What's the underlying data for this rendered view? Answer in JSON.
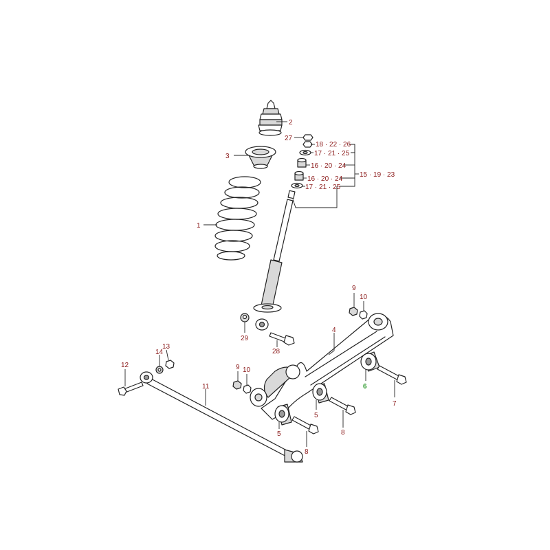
{
  "callouts": {
    "c1": "1",
    "c2": "2",
    "c3": "3",
    "c4": "4",
    "c5a": "5",
    "c5b": "5",
    "c6": "6",
    "c7": "7",
    "c8a": "8",
    "c8b": "8",
    "c9a": "9",
    "c9b": "9",
    "c10a": "10",
    "c10b": "10",
    "c11": "11",
    "c12": "12",
    "c13": "13",
    "c14": "14",
    "c27": "27",
    "c28": "28",
    "c29": "29",
    "set_18_22_26": "18 · 22 · 26",
    "set_17_21_25_a": "17 · 21 · 25",
    "set_16_20_24_a": "16 · 20 · 24",
    "set_16_20_24_b": "16 · 20 · 24",
    "set_17_21_25_b": "17 · 21 · 25",
    "set_15_19_23": "15 · 19 · 23"
  },
  "colors": {
    "label": "#8b1a1a",
    "highlight": "#2e9a2e",
    "line": "#222222"
  }
}
